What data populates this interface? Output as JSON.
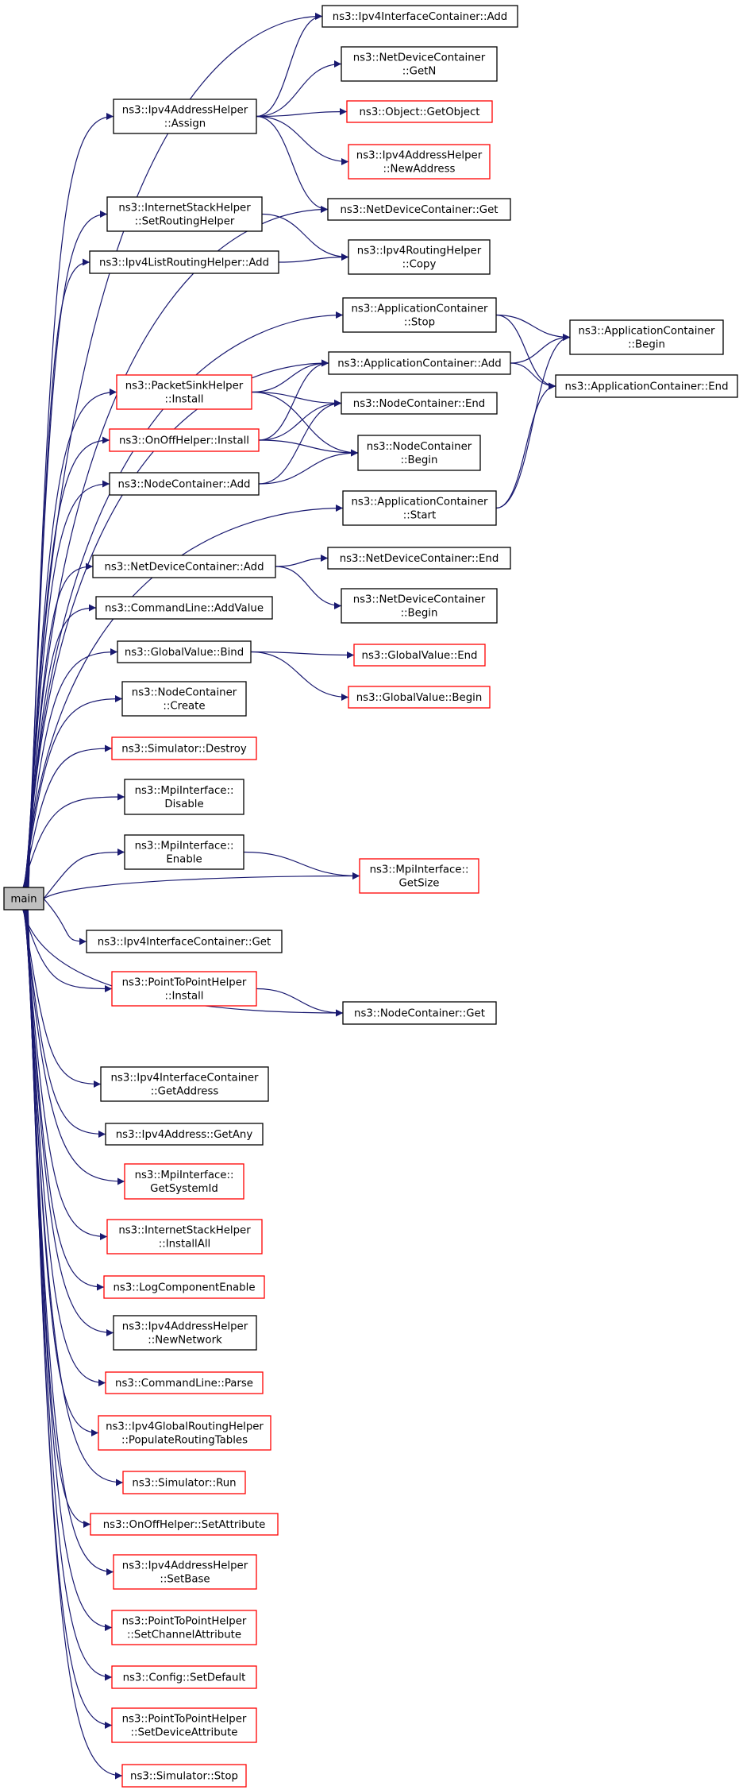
{
  "colors": {
    "edge": "#191970",
    "border_documented": "#000000",
    "border_undocumented": "#ff0000",
    "root_fill": "#bfbfbf",
    "node_fill": "#ffffff"
  },
  "nodes": {
    "main": {
      "lines": [
        "main"
      ],
      "documented": true,
      "root": true
    },
    "ipv4_if_add": {
      "lines": [
        "ns3::Ipv4InterfaceContainer::Add"
      ],
      "documented": true
    },
    "ipv4_addr_assign": {
      "lines": [
        "ns3::Ipv4AddressHelper",
        "::Assign"
      ],
      "documented": true
    },
    "ndc_getn": {
      "lines": [
        "ns3::NetDeviceContainer",
        "::GetN"
      ],
      "documented": true
    },
    "object_getobject": {
      "lines": [
        "ns3::Object::GetObject"
      ],
      "documented": false
    },
    "ipv4_addr_newaddress": {
      "lines": [
        "ns3::Ipv4AddressHelper",
        "::NewAddress"
      ],
      "documented": false
    },
    "ndc_get": {
      "lines": [
        "ns3::NetDeviceContainer::Get"
      ],
      "documented": true
    },
    "inet_setrouting": {
      "lines": [
        "ns3::InternetStackHelper",
        "::SetRoutingHelper"
      ],
      "documented": true
    },
    "ipv4list_add": {
      "lines": [
        "ns3::Ipv4ListRoutingHelper::Add"
      ],
      "documented": true
    },
    "ipv4routing_copy": {
      "lines": [
        "ns3::Ipv4RoutingHelper",
        "::Copy"
      ],
      "documented": true
    },
    "appc_stop": {
      "lines": [
        "ns3::ApplicationContainer",
        "::Stop"
      ],
      "documented": true
    },
    "appc_begin": {
      "lines": [
        "ns3::ApplicationContainer",
        "::Begin"
      ],
      "documented": true
    },
    "appc_add": {
      "lines": [
        "ns3::ApplicationContainer::Add"
      ],
      "documented": true
    },
    "appc_end": {
      "lines": [
        "ns3::ApplicationContainer::End"
      ],
      "documented": true
    },
    "packetsink_install": {
      "lines": [
        "ns3::PacketSinkHelper",
        "::Install"
      ],
      "documented": false
    },
    "nc_end": {
      "lines": [
        "ns3::NodeContainer::End"
      ],
      "documented": true
    },
    "onoff_install": {
      "lines": [
        "ns3::OnOffHelper::Install"
      ],
      "documented": false
    },
    "nc_begin": {
      "lines": [
        "ns3::NodeContainer",
        "::Begin"
      ],
      "documented": true
    },
    "nc_add": {
      "lines": [
        "ns3::NodeContainer::Add"
      ],
      "documented": true
    },
    "appc_start": {
      "lines": [
        "ns3::ApplicationContainer",
        "::Start"
      ],
      "documented": true
    },
    "ndc_add": {
      "lines": [
        "ns3::NetDeviceContainer::Add"
      ],
      "documented": true
    },
    "ndc_end": {
      "lines": [
        "ns3::NetDeviceContainer::End"
      ],
      "documented": true
    },
    "ndc_begin": {
      "lines": [
        "ns3::NetDeviceContainer",
        "::Begin"
      ],
      "documented": true
    },
    "cmd_addvalue": {
      "lines": [
        "ns3::CommandLine::AddValue"
      ],
      "documented": true
    },
    "gv_bind": {
      "lines": [
        "ns3::GlobalValue::Bind"
      ],
      "documented": true
    },
    "gv_end": {
      "lines": [
        "ns3::GlobalValue::End"
      ],
      "documented": false
    },
    "gv_begin": {
      "lines": [
        "ns3::GlobalValue::Begin"
      ],
      "documented": false
    },
    "nc_create": {
      "lines": [
        "ns3::NodeContainer",
        "::Create"
      ],
      "documented": true
    },
    "sim_destroy": {
      "lines": [
        "ns3::Simulator::Destroy"
      ],
      "documented": false
    },
    "mpi_disable": {
      "lines": [
        "ns3::MpiInterface::",
        "Disable"
      ],
      "documented": true
    },
    "mpi_enable": {
      "lines": [
        "ns3::MpiInterface::",
        "Enable"
      ],
      "documented": true
    },
    "mpi_getsize": {
      "lines": [
        "ns3::MpiInterface::",
        "GetSize"
      ],
      "documented": false
    },
    "ipv4if_get": {
      "lines": [
        "ns3::Ipv4InterfaceContainer::Get"
      ],
      "documented": true
    },
    "p2p_install": {
      "lines": [
        "ns3::PointToPointHelper",
        "::Install"
      ],
      "documented": false
    },
    "nc_get": {
      "lines": [
        "ns3::NodeContainer::Get"
      ],
      "documented": true
    },
    "ipv4if_getaddress": {
      "lines": [
        "ns3::Ipv4InterfaceContainer",
        "::GetAddress"
      ],
      "documented": true
    },
    "ipv4addr_getany": {
      "lines": [
        "ns3::Ipv4Address::GetAny"
      ],
      "documented": true
    },
    "mpi_getsystemid": {
      "lines": [
        "ns3::MpiInterface::",
        "GetSystemId"
      ],
      "documented": false
    },
    "inet_installall": {
      "lines": [
        "ns3::InternetStackHelper",
        "::InstallAll"
      ],
      "documented": false
    },
    "log_enable": {
      "lines": [
        "ns3::LogComponentEnable"
      ],
      "documented": false
    },
    "ipv4addr_newnetwork": {
      "lines": [
        "ns3::Ipv4AddressHelper",
        "::NewNetwork"
      ],
      "documented": true
    },
    "cmd_parse": {
      "lines": [
        "ns3::CommandLine::Parse"
      ],
      "documented": false
    },
    "globalrouting_populate": {
      "lines": [
        "ns3::Ipv4GlobalRoutingHelper",
        "::PopulateRoutingTables"
      ],
      "documented": false
    },
    "sim_run": {
      "lines": [
        "ns3::Simulator::Run"
      ],
      "documented": false
    },
    "onoff_setattribute": {
      "lines": [
        "ns3::OnOffHelper::SetAttribute"
      ],
      "documented": false
    },
    "ipv4addr_setbase": {
      "lines": [
        "ns3::Ipv4AddressHelper",
        "::SetBase"
      ],
      "documented": false
    },
    "p2p_setchannelattr": {
      "lines": [
        "ns3::PointToPointHelper",
        "::SetChannelAttribute"
      ],
      "documented": false
    },
    "config_setdefault": {
      "lines": [
        "ns3::Config::SetDefault"
      ],
      "documented": false
    },
    "p2p_setdeviceattr": {
      "lines": [
        "ns3::PointToPointHelper",
        "::SetDeviceAttribute"
      ],
      "documented": false
    },
    "sim_stop": {
      "lines": [
        "ns3::Simulator::Stop"
      ],
      "documented": false
    }
  },
  "edges": [
    [
      "main",
      "ipv4_if_add"
    ],
    [
      "main",
      "ipv4_addr_assign"
    ],
    [
      "main",
      "ndc_get"
    ],
    [
      "main",
      "inet_setrouting"
    ],
    [
      "main",
      "ipv4list_add"
    ],
    [
      "main",
      "appc_stop"
    ],
    [
      "main",
      "appc_add"
    ],
    [
      "main",
      "packetsink_install"
    ],
    [
      "main",
      "onoff_install"
    ],
    [
      "main",
      "nc_add"
    ],
    [
      "main",
      "appc_start"
    ],
    [
      "main",
      "ndc_add"
    ],
    [
      "main",
      "cmd_addvalue"
    ],
    [
      "main",
      "gv_bind"
    ],
    [
      "main",
      "nc_create"
    ],
    [
      "main",
      "sim_destroy"
    ],
    [
      "main",
      "mpi_disable"
    ],
    [
      "main",
      "mpi_enable"
    ],
    [
      "main",
      "mpi_getsize"
    ],
    [
      "main",
      "ipv4if_get"
    ],
    [
      "main",
      "p2p_install"
    ],
    [
      "main",
      "nc_get"
    ],
    [
      "main",
      "ipv4if_getaddress"
    ],
    [
      "main",
      "ipv4addr_getany"
    ],
    [
      "main",
      "mpi_getsystemid"
    ],
    [
      "main",
      "inet_installall"
    ],
    [
      "main",
      "log_enable"
    ],
    [
      "main",
      "ipv4addr_newnetwork"
    ],
    [
      "main",
      "cmd_parse"
    ],
    [
      "main",
      "globalrouting_populate"
    ],
    [
      "main",
      "sim_run"
    ],
    [
      "main",
      "onoff_setattribute"
    ],
    [
      "main",
      "ipv4addr_setbase"
    ],
    [
      "main",
      "p2p_setchannelattr"
    ],
    [
      "main",
      "config_setdefault"
    ],
    [
      "main",
      "p2p_setdeviceattr"
    ],
    [
      "main",
      "sim_stop"
    ],
    [
      "ipv4_addr_assign",
      "ipv4_if_add"
    ],
    [
      "ipv4_addr_assign",
      "ndc_getn"
    ],
    [
      "ipv4_addr_assign",
      "object_getobject"
    ],
    [
      "ipv4_addr_assign",
      "ipv4_addr_newaddress"
    ],
    [
      "ipv4_addr_assign",
      "ndc_get"
    ],
    [
      "inet_setrouting",
      "ipv4routing_copy"
    ],
    [
      "ipv4list_add",
      "ipv4routing_copy"
    ],
    [
      "appc_stop",
      "appc_begin"
    ],
    [
      "appc_stop",
      "appc_end"
    ],
    [
      "appc_add",
      "appc_begin"
    ],
    [
      "appc_add",
      "appc_end"
    ],
    [
      "packetsink_install",
      "appc_add"
    ],
    [
      "packetsink_install",
      "nc_end"
    ],
    [
      "packetsink_install",
      "nc_begin"
    ],
    [
      "onoff_install",
      "appc_add"
    ],
    [
      "onoff_install",
      "nc_end"
    ],
    [
      "onoff_install",
      "nc_begin"
    ],
    [
      "nc_add",
      "nc_end"
    ],
    [
      "nc_add",
      "nc_begin"
    ],
    [
      "appc_start",
      "appc_begin"
    ],
    [
      "appc_start",
      "appc_end"
    ],
    [
      "ndc_add",
      "ndc_end"
    ],
    [
      "ndc_add",
      "ndc_begin"
    ],
    [
      "gv_bind",
      "gv_end"
    ],
    [
      "gv_bind",
      "gv_begin"
    ],
    [
      "mpi_enable",
      "mpi_getsize"
    ],
    [
      "p2p_install",
      "nc_get"
    ]
  ]
}
